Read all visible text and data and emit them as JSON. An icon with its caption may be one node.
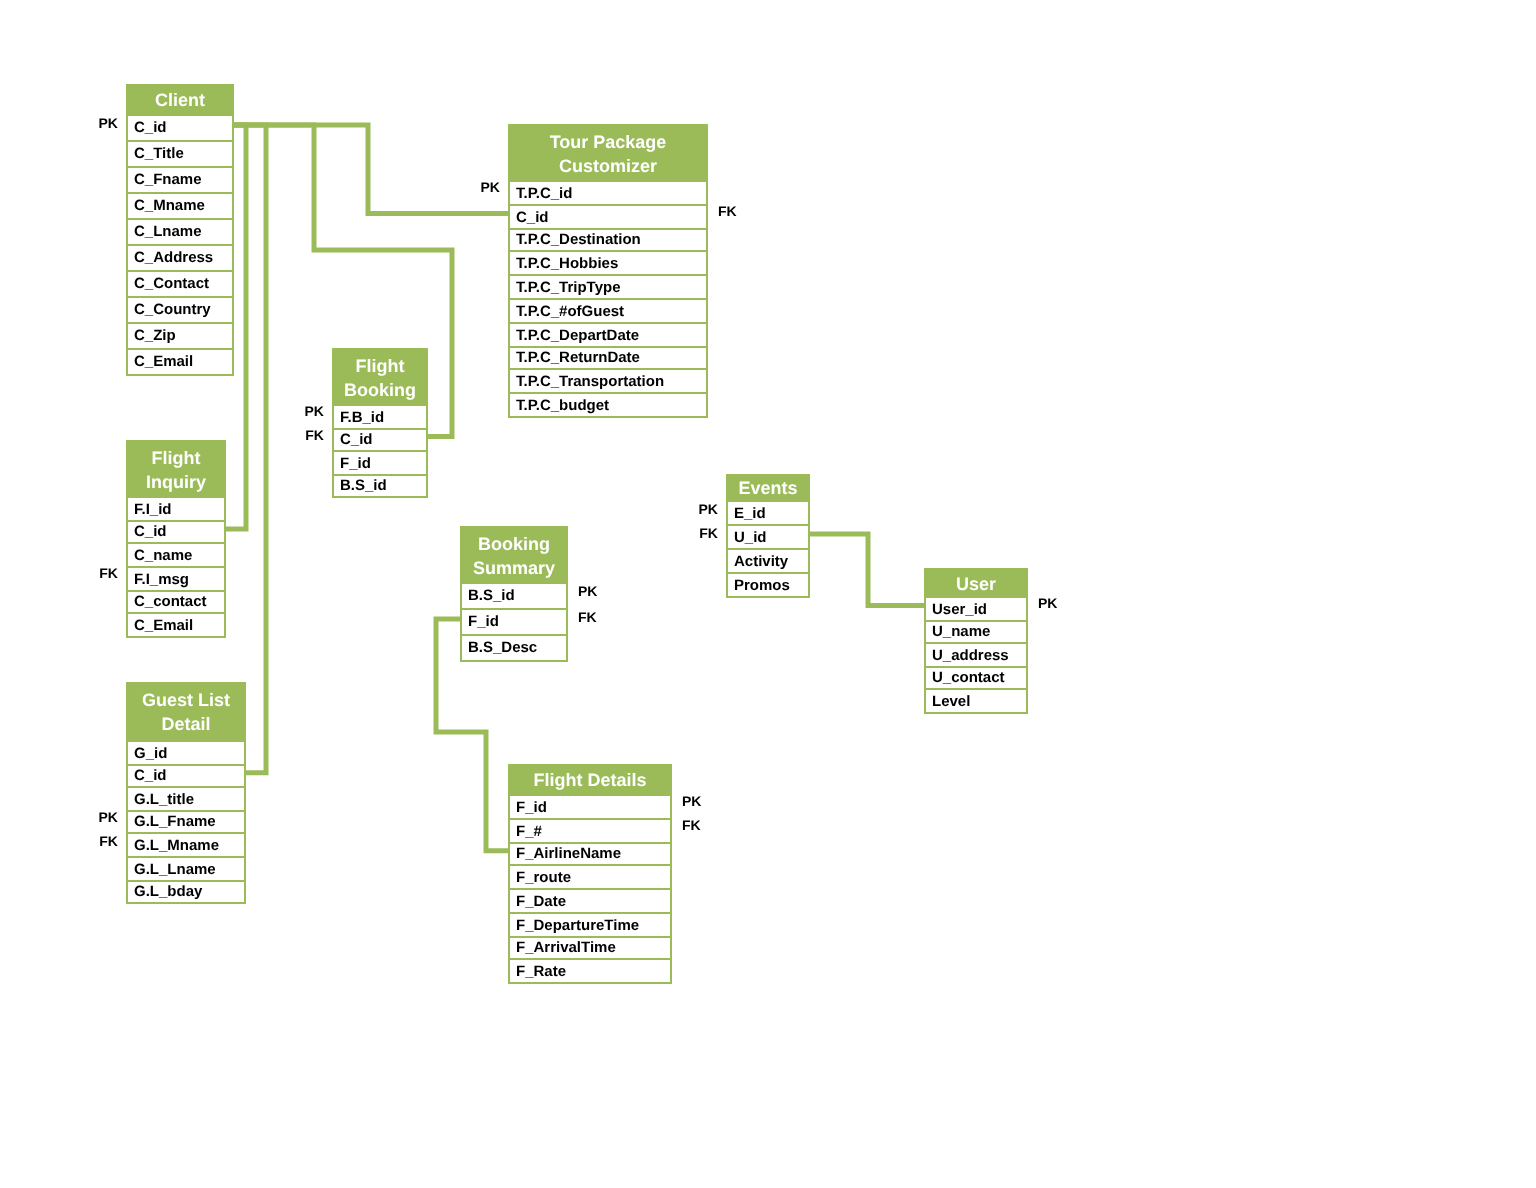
{
  "diagram": {
    "nodes": [
      {
        "text": [
          "Client"
        ]
      },
      {
        "text": [
          "C_id"
        ],
        "in": 0,
        "beside": [
          "PK"
        ]
      },
      {
        "text": [
          "C_Title"
        ],
        "in": 0
      },
      {
        "text": [
          "C_Fname"
        ],
        "in": 0
      },
      {
        "text": [
          "C_Mname"
        ],
        "in": 0
      },
      {
        "text": [
          "C_Lname"
        ],
        "in": 0
      },
      {
        "text": [
          "C_Address"
        ],
        "in": 0
      },
      {
        "text": [
          "C_Contact"
        ],
        "in": 0
      },
      {
        "text": [
          "C_Country"
        ],
        "in": 0
      },
      {
        "text": [
          "C_Zip"
        ],
        "in": 0
      },
      {
        "text": [
          "C_Email"
        ],
        "in": 0
      },
      {
        "text": [
          "Tour Package Customizer"
        ]
      },
      {
        "text": [
          "T.P.C_id"
        ],
        "in": 11,
        "beside": [
          "PK"
        ]
      },
      {
        "text": [
          "C_id"
        ],
        "in": 11,
        "beside": [
          "FK"
        ]
      },
      {
        "text": [
          "T.P.C_Destination"
        ],
        "in": 11
      },
      {
        "text": [
          "T.P.C_Hobbies"
        ],
        "in": 11
      },
      {
        "text": [
          "T.P.C_TripType"
        ],
        "in": 11
      },
      {
        "text": [
          "T.P.C_#ofGuest"
        ],
        "in": 11
      },
      {
        "text": [
          "T.P.C_DepartDate"
        ],
        "in": 11
      },
      {
        "text": [
          "T.P.C_ReturnDate"
        ],
        "in": 11
      },
      {
        "text": [
          "T.P.C_Transportation"
        ],
        "in": 11
      },
      {
        "text": [
          "T.P.C_budget"
        ],
        "in": 11
      },
      {
        "text": [
          "Flight Booking"
        ]
      },
      {
        "text": [
          "F.B_id"
        ],
        "in": 22,
        "beside": [
          "PK"
        ]
      },
      {
        "text": [
          "C_id"
        ],
        "in": 22,
        "beside": [
          "FK"
        ]
      },
      {
        "text": [
          "F_id"
        ],
        "in": 22
      },
      {
        "text": [
          "B.S_id"
        ],
        "in": 22
      },
      {
        "text": [
          "Flight Inquiry"
        ]
      },
      {
        "text": [
          "F.I_id"
        ],
        "in": 27
      },
      {
        "text": [
          "C_id"
        ],
        "in": 27
      },
      {
        "text": [
          "C_name"
        ],
        "in": 27
      },
      {
        "text": [
          "F.I_msg"
        ],
        "in": 27,
        "beside": [
          "FK"
        ]
      },
      {
        "text": [
          "C_contact"
        ],
        "in": 27
      },
      {
        "text": [
          "C_Email"
        ],
        "in": 27
      },
      {
        "text": [
          "Events"
        ]
      },
      {
        "text": [
          "E_id"
        ],
        "in": 34,
        "beside": [
          "PK"
        ]
      },
      {
        "text": [
          "U_id"
        ],
        "in": 34,
        "beside": [
          "FK"
        ]
      },
      {
        "text": [
          "Activity"
        ],
        "in": 34
      },
      {
        "text": [
          "Promos"
        ],
        "in": 34
      },
      {
        "text": [
          "Booking Summary"
        ]
      },
      {
        "text": [
          "B.S_id"
        ],
        "in": 39,
        "beside": [
          "PK"
        ]
      },
      {
        "text": [
          "F_id"
        ],
        "in": 39,
        "beside": [
          "FK"
        ]
      },
      {
        "text": [
          "B.S_Desc"
        ],
        "in": 39
      },
      {
        "text": [
          "User"
        ]
      },
      {
        "text": [
          "User_id"
        ],
        "in": 43,
        "beside": [
          "PK"
        ]
      },
      {
        "text": [
          "U_name"
        ],
        "in": 43
      },
      {
        "text": [
          "U_address"
        ],
        "in": 43
      },
      {
        "text": [
          "U_contact"
        ],
        "in": 43
      },
      {
        "text": [
          "Level"
        ],
        "in": 43
      },
      {
        "text": [
          "Guest List Detail"
        ]
      },
      {
        "text": [
          "G_id"
        ],
        "in": 49
      },
      {
        "text": [
          "C_id"
        ],
        "in": 49
      },
      {
        "text": [
          "G.L_title"
        ],
        "in": 49
      },
      {
        "text": [
          "G.L_Fname"
        ],
        "in": 49,
        "beside": [
          "PK"
        ]
      },
      {
        "text": [
          "G.L_Mname"
        ],
        "in": 49,
        "beside": [
          "FK"
        ]
      },
      {
        "text": [
          "G.L_Lname"
        ],
        "in": 49
      },
      {
        "text": [
          "G.L_bday"
        ],
        "in": 49
      },
      {
        "text": [
          "Flight Details"
        ]
      },
      {
        "text": [
          "F_id"
        ],
        "in": 57,
        "beside": [
          "PK"
        ]
      },
      {
        "text": [
          "F_#"
        ],
        "in": 57,
        "beside": [
          "FK"
        ]
      },
      {
        "text": [
          "F_AirlineName"
        ],
        "in": 57
      },
      {
        "text": [
          "F_route"
        ],
        "in": 57
      },
      {
        "text": [
          "F_Date"
        ],
        "in": 57
      },
      {
        "text": [
          "F_DepartureTime"
        ],
        "in": 57
      },
      {
        "text": [
          "F_ArrivalTime"
        ],
        "in": 57
      },
      {
        "text": [
          "F_Rate"
        ],
        "in": 57
      }
    ],
    "edges": [
      {
        "from": 1,
        "to": 13,
        "arrow": "none"
      },
      {
        "from": 1,
        "to": 24,
        "arrow": "none"
      },
      {
        "from": 1,
        "to": 29,
        "arrow": "none"
      },
      {
        "from": 1,
        "to": 51,
        "arrow": "none"
      },
      {
        "from": 41,
        "to": 60,
        "arrow": "none"
      },
      {
        "from": 36,
        "to": 44,
        "arrow": "none"
      }
    ]
  }
}
